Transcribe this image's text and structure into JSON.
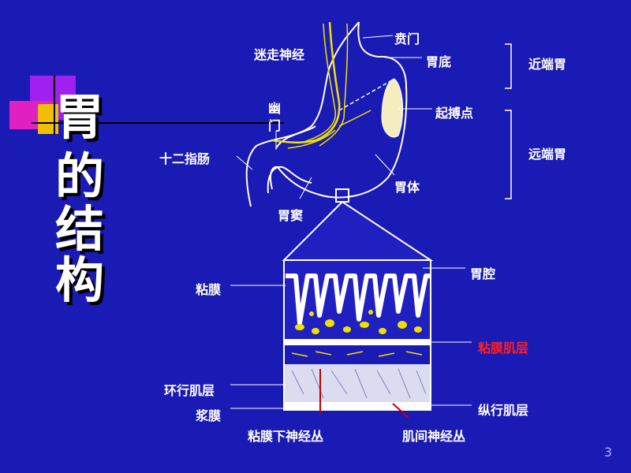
{
  "title_chars": [
    "胃",
    "的",
    "结",
    "构"
  ],
  "labels": {
    "vagus": "迷走神经",
    "cardia": "贲门",
    "fundus": "胃底",
    "pylorus_1": "幽",
    "pylorus_2": "门",
    "pacemaker": "起搏点",
    "duodenum": "十二指肠",
    "body": "胃体",
    "antrum": "胃窦",
    "proximal": "近端胃",
    "distal": "远端胃",
    "lumen": "胃腔",
    "mucosa": "粘膜",
    "muscularis_mucosae": "粘膜肌层",
    "circular_muscle": "环行肌层",
    "serosa": "浆膜",
    "longitudinal_muscle": "纵行肌层",
    "submucosal_plexus": "粘膜下神经丛",
    "myenteric_plexus": "肌间神经丛"
  },
  "page_number": "3",
  "colors": {
    "background": "#1a1ab4",
    "nerve": "#f0e000",
    "highlight_label": "#ff2020",
    "deco_purple": "#a020f0",
    "deco_magenta": "#e020c0",
    "deco_yellow": "#f0c000"
  }
}
